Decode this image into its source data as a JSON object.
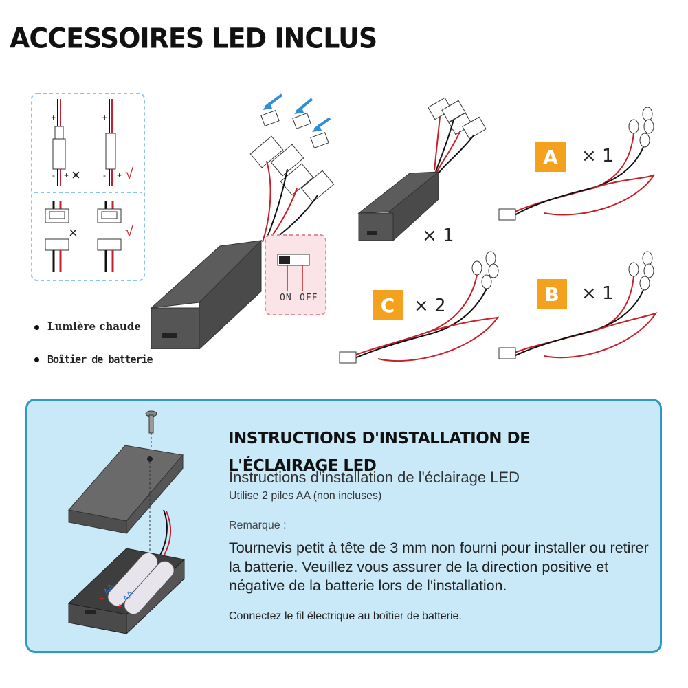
{
  "header": {
    "title": "ACCESSOIRES LED INCLUS"
  },
  "legend": [
    {
      "label": "Lumière chaude"
    },
    {
      "label": "Boîtier de batterie"
    }
  ],
  "connector_panel": {
    "symbol_wrong": "×",
    "symbol_right": "√",
    "plus": "+",
    "minus": "-"
  },
  "switch": {
    "on": "ON",
    "off": "OFF"
  },
  "accessories": [
    {
      "badge": "A",
      "qty": "× 1"
    },
    {
      "badge": "B",
      "qty": "× 1"
    },
    {
      "badge": "C",
      "qty": "× 2"
    },
    {
      "badge": "",
      "qty": "× 1"
    }
  ],
  "instructions": {
    "heading": "INSTRUCTIONS D'INSTALLATION DE L'ÉCLAIRAGE LED",
    "subtitle": "Instructions d'installation de l'éclairage LED",
    "batteries": "Utilise 2 piles AA (non incluses)",
    "remark_label": "Remarque :",
    "remark_text": "Tournevis petit à tête de 3 mm non fourni pour installer ou retirer la batterie. Veuillez vous assurer de la direction positive et négative de la batterie lors de l'installation.",
    "connect": "Connectez le fil électrique au boîtier de batterie.",
    "battery_label": "AA"
  },
  "colors": {
    "badge": "#f4a11d",
    "panel_bg": "#c9e9f8",
    "panel_border": "#2e98c8",
    "wire_red": "#c8202a",
    "check_red": "#d0342c"
  }
}
